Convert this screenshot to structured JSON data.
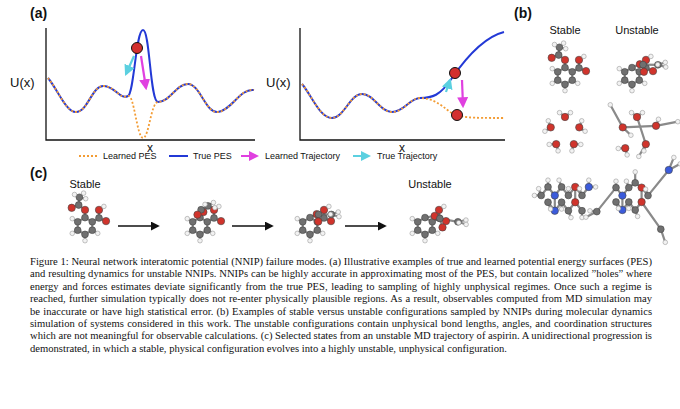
{
  "diagram": {
    "caption": "Figure 1: Neural network interatomic potential (NNIP) failure modes. (a) Illustrative examples of true and learned potential energy surfaces (PES) and resulting dynamics for unstable NNIPs. NNIPs can be highly accurate in approximating most of the PES, but contain localized ”holes” where energy and forces estimates deviate significantly from the true PES, leading to sampling of highly unphysical regimes. Once such a regime is reached, further simulation typically does not re-enter physically plausible regions. As a result, observables computed from MD simulation may be inaccurate or have high statistical error. (b) Examples of stable versus unstable configurations sampled by NNIPs during molecular dynamics simulation of systems considered in this work. The unstable configurations contain unphysical bond lengths, angles, and coordination structures which are not meaningful for observable calculations. (c) Selected states from an unstable MD trajectory of aspirin. A unidirectional progression is demonstrated, in which a stable, physical configuration evolves into a highly unstable, unphysical configuration.",
    "labels": [
      "(a)",
      "U(x)",
      "x",
      "U(x)",
      "x",
      "(b)",
      "Stable",
      "Unstable",
      "(c)",
      "Stable",
      "Unstable"
    ],
    "legend": [
      {
        "text": "Learned PES"
      },
      {
        "text": "True PES"
      },
      {
        "text": "Learned Trajectory"
      },
      {
        "text": "True Trajectory"
      }
    ]
  }
}
